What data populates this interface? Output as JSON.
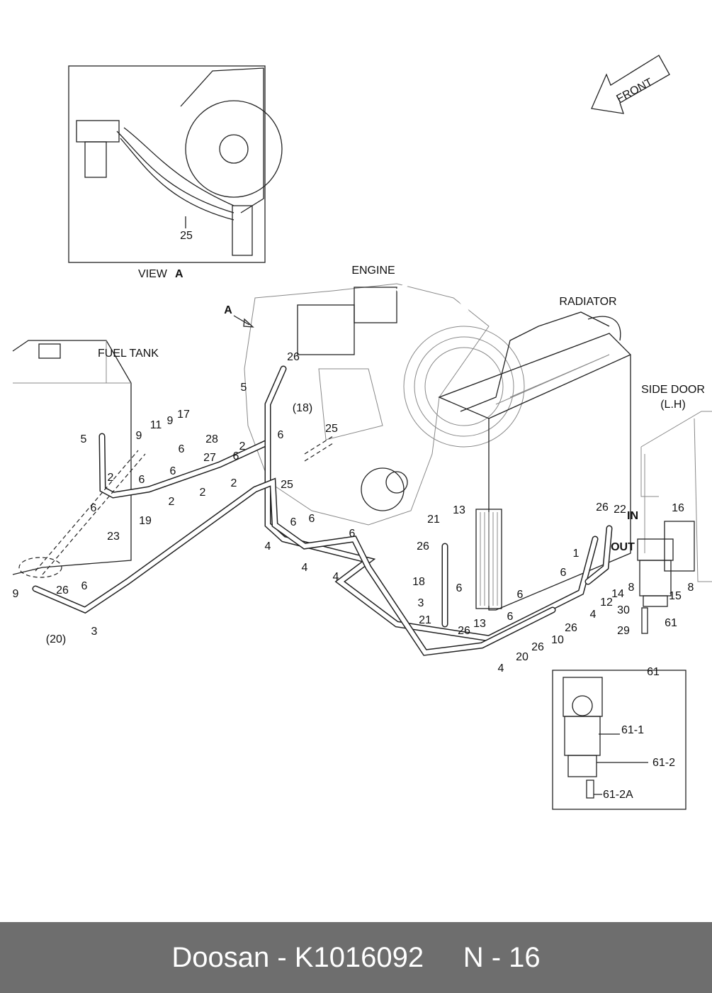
{
  "view_a": {
    "title": "VIEW",
    "letter": "A",
    "callout": "25"
  },
  "labels": {
    "engine": "ENGINE",
    "radiator": "RADIATOR",
    "fuel_tank": "FUEL TANK",
    "side_door": "SIDE DOOR",
    "side_door_sub": "(L.H)",
    "front": "FRONT",
    "view_arrow": "A",
    "in": "IN",
    "out": "OUT"
  },
  "callouts": [
    "26",
    "5",
    "(18)",
    "25",
    "6",
    "25",
    "2",
    "6",
    "2",
    "6",
    "2",
    "6",
    "2",
    "2",
    "6",
    "19",
    "23",
    "5",
    "9",
    "11",
    "9",
    "17",
    "28",
    "6",
    "27",
    "6",
    "6",
    "4",
    "4",
    "4",
    "6",
    "9",
    "26",
    "6",
    "3",
    "(20)",
    "21",
    "13",
    "26",
    "18",
    "3",
    "6",
    "21",
    "13",
    "26",
    "6",
    "20",
    "26",
    "10",
    "26",
    "6",
    "4",
    "1",
    "6",
    "12",
    "4",
    "26",
    "22",
    "16",
    "14",
    "8",
    "15",
    "8",
    "30",
    "61",
    "29"
  ],
  "detail_61": {
    "title": "61",
    "parts": [
      "61-1",
      "61-2",
      "61-2A"
    ]
  },
  "footer": {
    "text": "Doosan - K1016092     N - 16"
  }
}
